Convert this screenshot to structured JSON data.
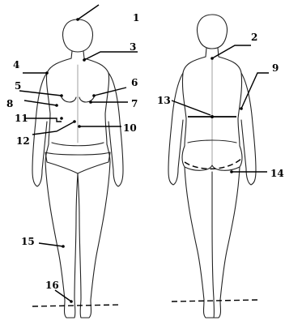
{
  "front_figure": {
    "labels": [
      "1",
      "3",
      "4",
      "5",
      "6",
      "7",
      "8",
      "10",
      "11",
      "12",
      "15",
      "16"
    ]
  },
  "back_figure": {
    "labels": [
      "2",
      "9",
      "13",
      "14"
    ]
  }
}
